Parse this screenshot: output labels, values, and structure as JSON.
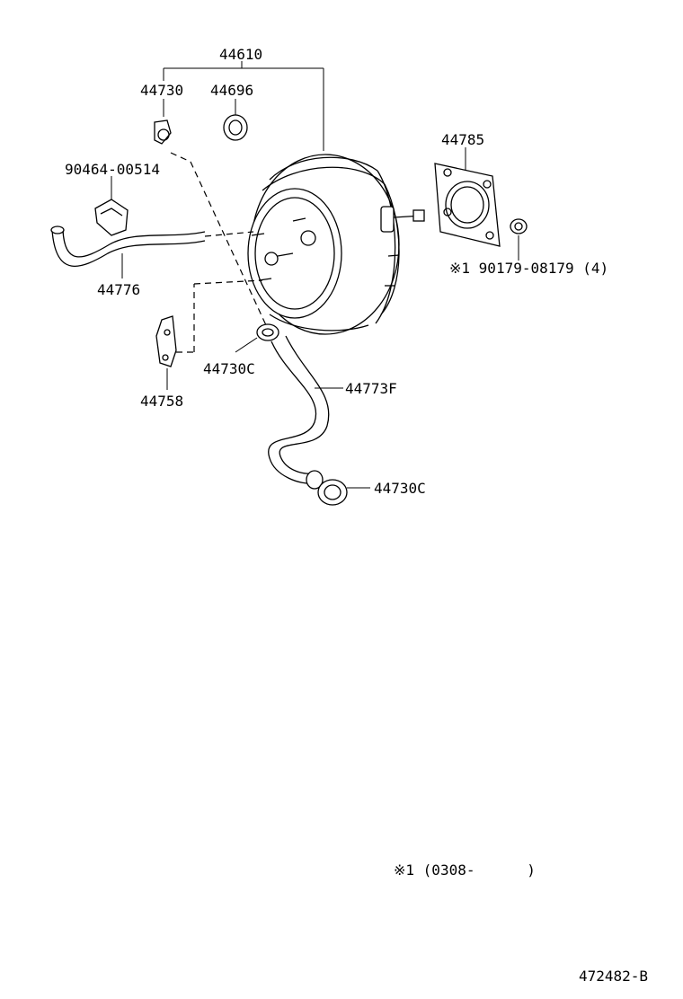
{
  "labels": {
    "p44610": "44610",
    "p44730": "44730",
    "p44696": "44696",
    "p44785": "44785",
    "p90464": "90464-00514",
    "p44776": "44776",
    "p90179": "※1 90179-08179 (4)",
    "p44730c_a": "44730C",
    "p44773f": "44773F",
    "p44758": "44758",
    "p44730c_b": "44730C"
  },
  "footnote": "※1 (0308-      )",
  "figure_id": "472482-B"
}
